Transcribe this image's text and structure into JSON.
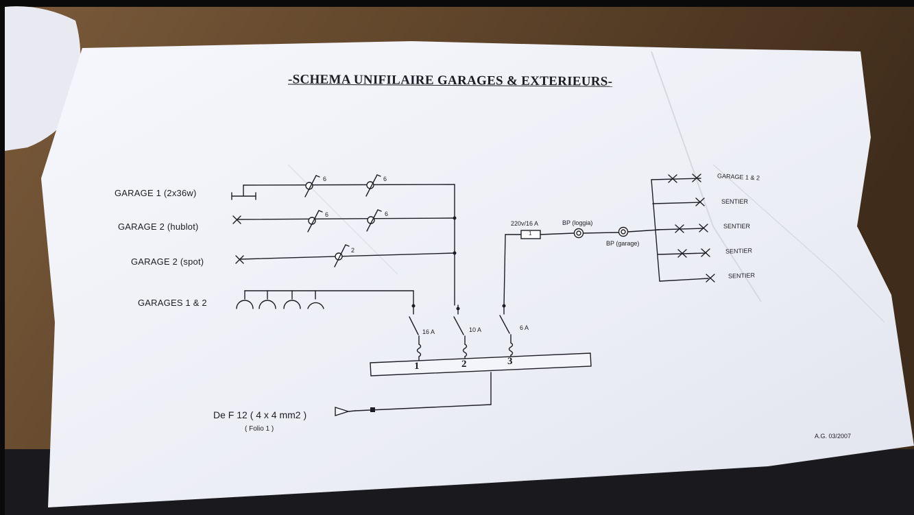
{
  "title": "-SCHEMA UNIFILAIRE GARAGES & EXTERIEURS-",
  "circuits": [
    {
      "label": "GARAGE 1 (2x36w)",
      "switch_ratings": [
        "6",
        "6"
      ]
    },
    {
      "label": "GARAGE 2 (hublot)",
      "switch_ratings": [
        "6",
        "6"
      ]
    },
    {
      "label": "GARAGE 2 (spot)",
      "switch_ratings": [
        "2"
      ]
    },
    {
      "label": "GARAGES 1 & 2",
      "switch_ratings": []
    }
  ],
  "breakers": [
    {
      "rating": "16 A",
      "number": "1"
    },
    {
      "rating": "10 A",
      "number": "2"
    },
    {
      "rating": "6 A",
      "number": "3"
    }
  ],
  "exterior": {
    "supply": "220v/16 A",
    "fuse_mark": "1",
    "bp_loggia": "BP (loggia)",
    "bp_garage": "BP (garage)",
    "outputs": [
      "GARAGE 1 & 2",
      "SENTIER",
      "SENTIER",
      "SENTIER",
      "SENTIER"
    ]
  },
  "feed": {
    "label": "De F 12 ( 4 x 4 mm2 )",
    "folio": "( Folio 1 )"
  },
  "signature": "A.G. 03/2007",
  "colors": {
    "paper": "#eeeff6",
    "ink": "#1c1c24",
    "table": "#6b5034",
    "dark": "#1a1a1e"
  }
}
